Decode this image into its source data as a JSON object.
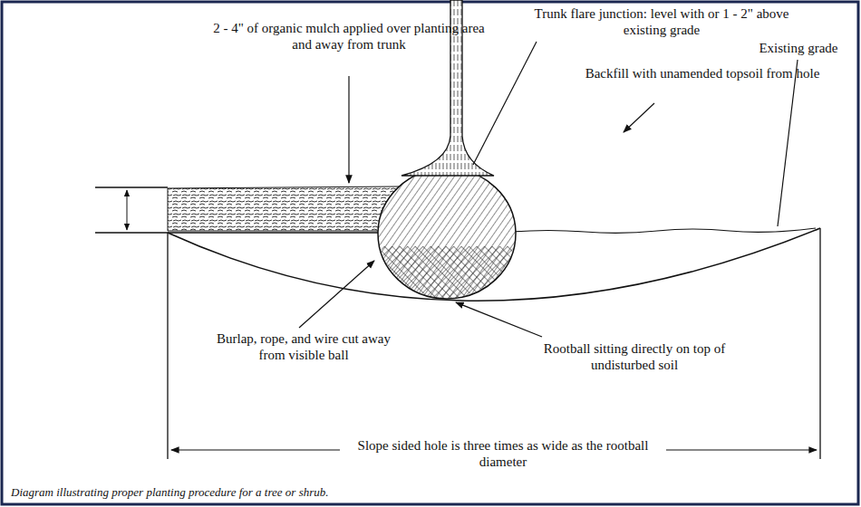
{
  "diagram": {
    "caption": "Diagram illustrating proper planting procedure for a tree or shrub.",
    "labels": [
      "Trunk flare junction: level with or 1 - 2\" above existing grade",
      "2 - 4\" of organic mulch applied over planting area and away from trunk",
      "Backfill with unamended topsoil from hole",
      "Existing grade",
      "Burlap, rope, and wire cut away from visible ball",
      "Rootball sitting directly on top of undisturbed soil",
      "Slope sided hole is three times as wide as the rootball diameter"
    ]
  }
}
